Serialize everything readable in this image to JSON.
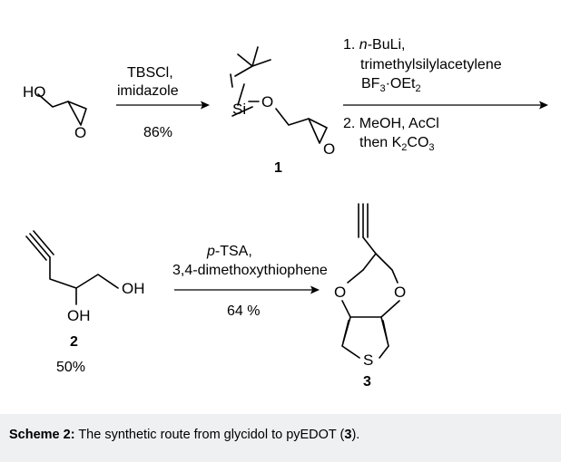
{
  "step1": {
    "reagent_top": "TBSCl,",
    "reagent_bottom": "imidazole",
    "yield": "86%"
  },
  "glycidol": {
    "ho_label": "HO",
    "o_label": "O"
  },
  "compound1": {
    "si_label": "Si",
    "o_label": "O",
    "epox_o_label": "O",
    "number": "1"
  },
  "step2": {
    "line1_prefix": "1. ",
    "line1_italic": "n",
    "line1_rest": "-BuLi,",
    "line2": "trimethylsilylacetylene",
    "line3_a": "BF",
    "line3_sub": "3",
    "line3_b": "·OEt",
    "line3_sub2": "2",
    "line4": "2. MeOH, AcCl",
    "line5_a": "then K",
    "line5_sub": "2",
    "line5_b": "CO",
    "line5_sub2": "3"
  },
  "compound2": {
    "oh_top": "OH",
    "oh_bottom": "OH",
    "number": "2",
    "yield": "50%"
  },
  "step3": {
    "line1_italic": "p",
    "line1_rest": "-TSA,",
    "line2": "3,4-dimethoxythiophene",
    "yield": "64 %"
  },
  "compound3": {
    "o_left": "O",
    "o_right": "O",
    "s_label": "S",
    "number": "3"
  },
  "caption": {
    "label": "Scheme 2:",
    "text_before": " The synthetic route from glycidol to pyEDOT (",
    "number": "3",
    "text_after": ")."
  }
}
